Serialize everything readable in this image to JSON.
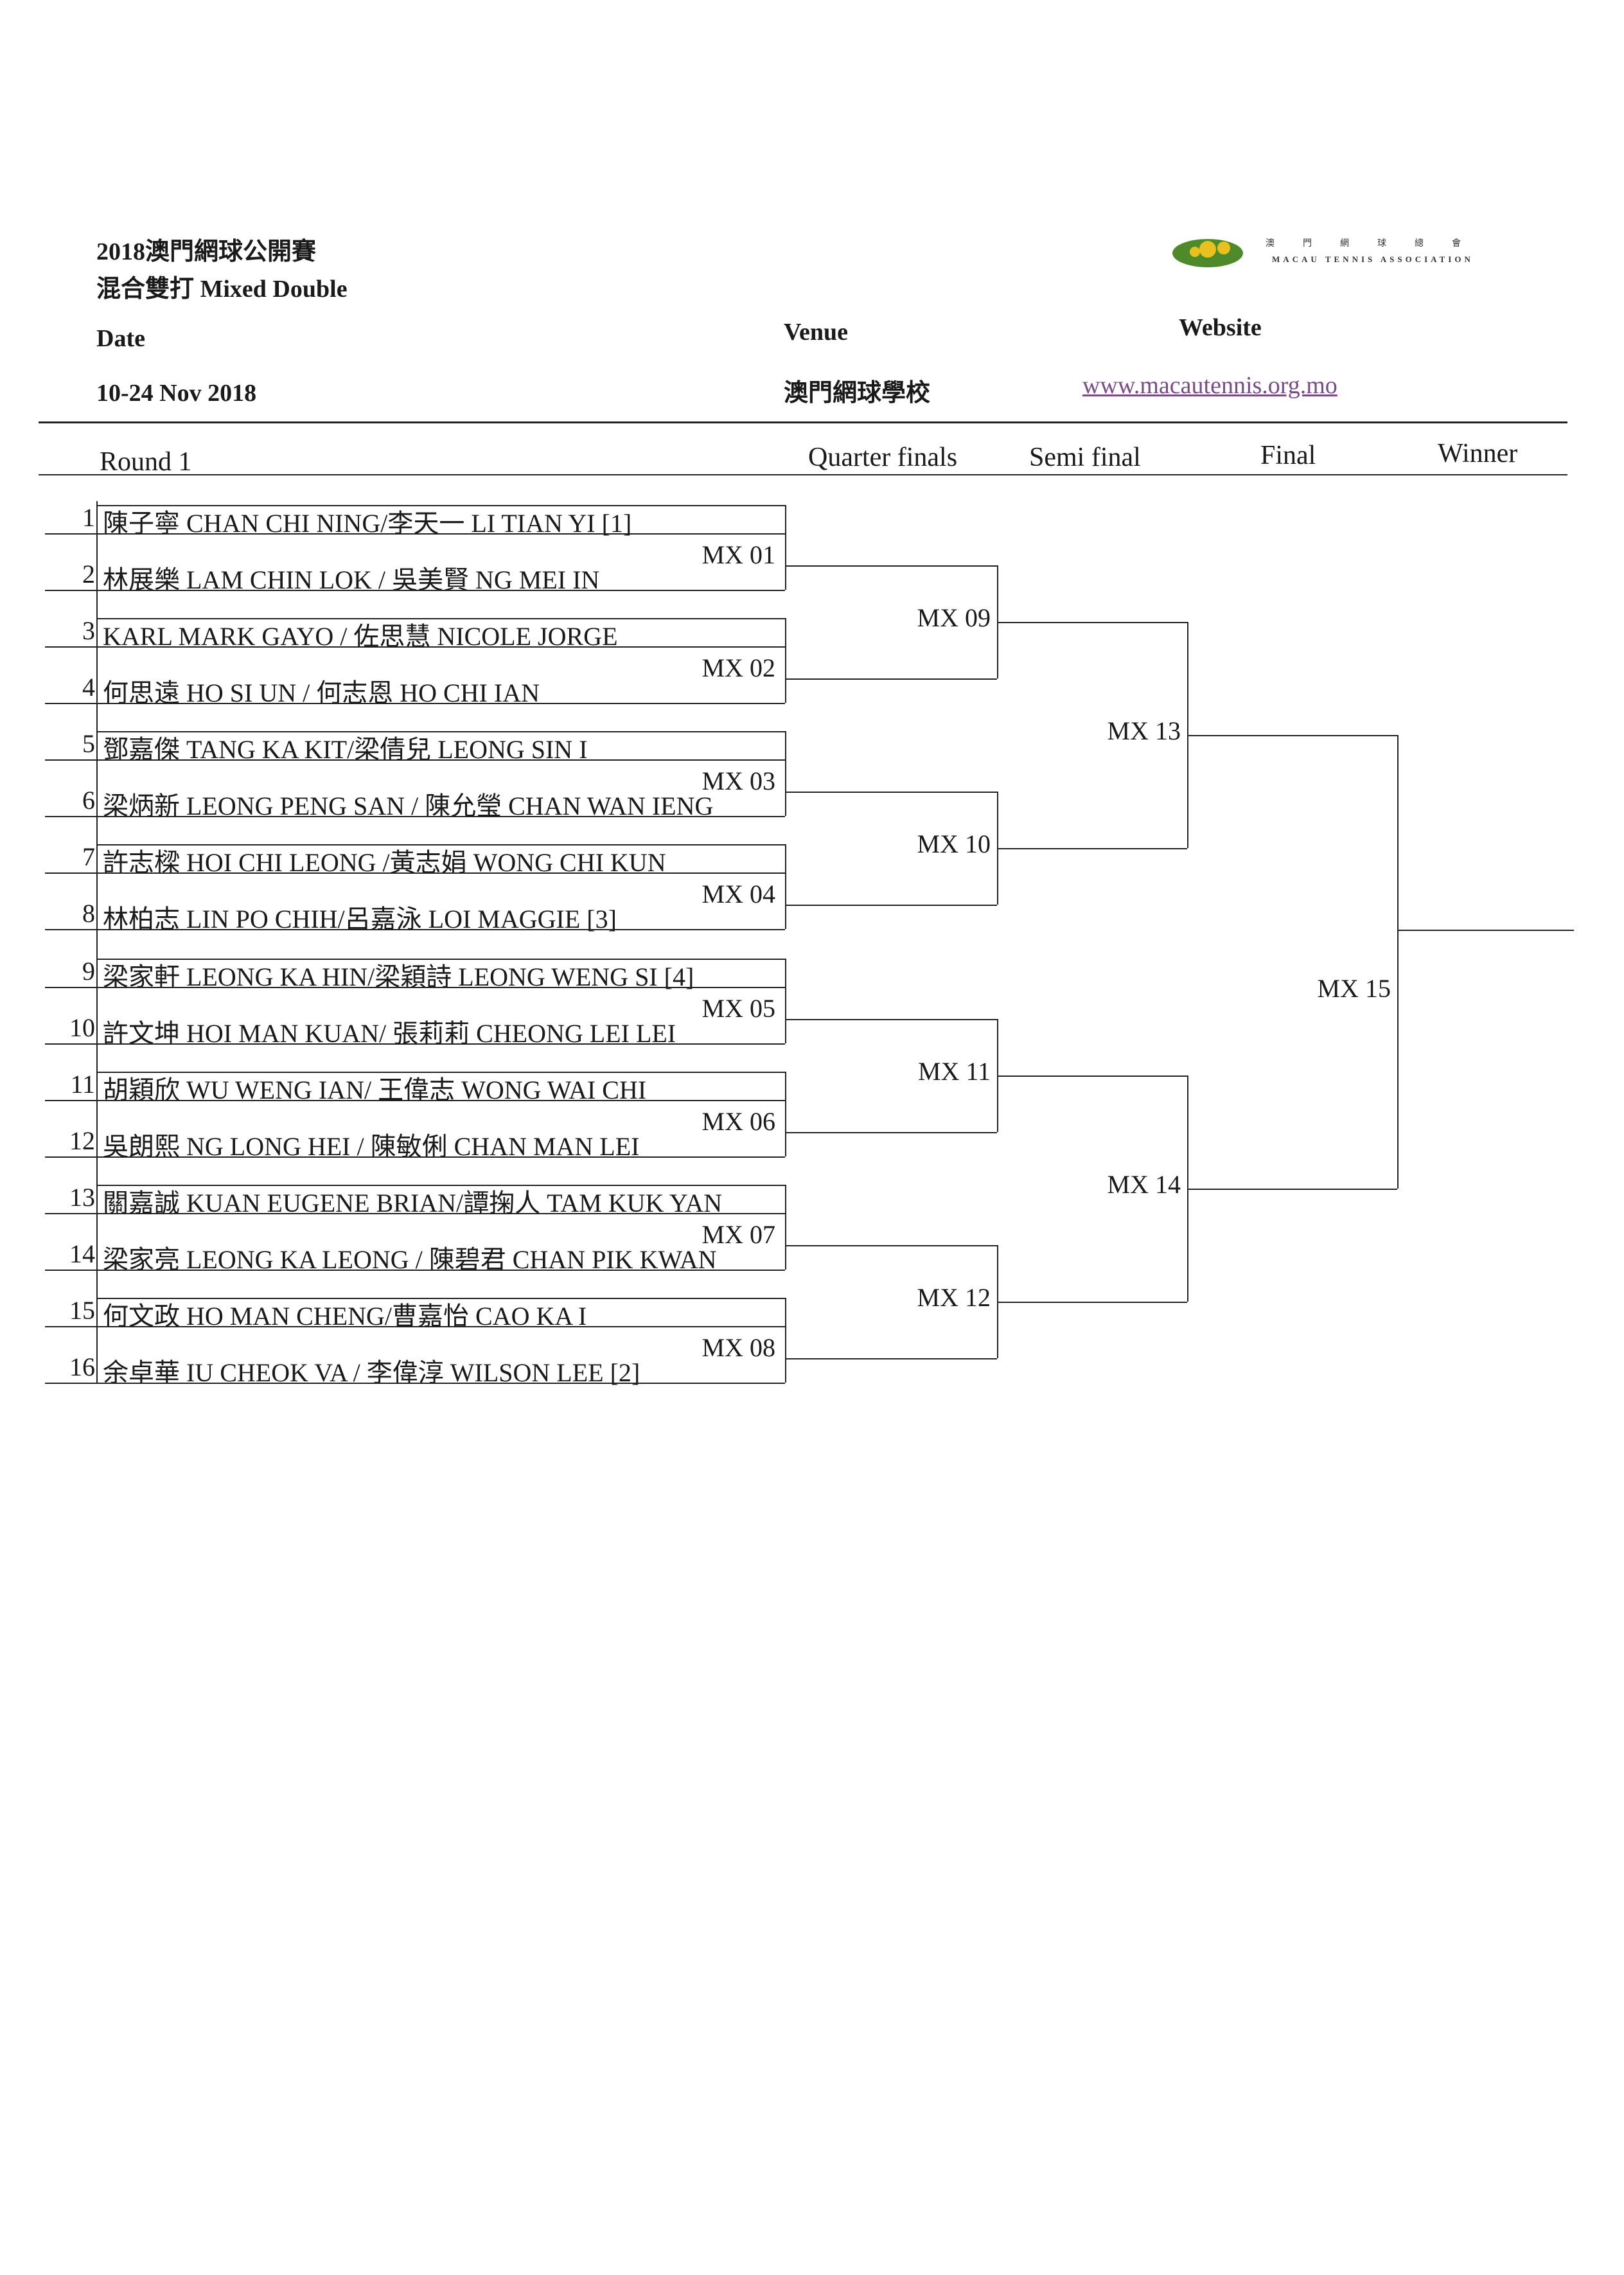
{
  "header": {
    "title_line1": "2018澳門網球公開賽",
    "title_line2": "混合雙打  Mixed Double",
    "date_label": "Date",
    "date_value": "10-24 Nov 2018",
    "venue_label": "Venue",
    "venue_value": "澳門網球學校",
    "website_label": "Website",
    "website_value": "www.macautennis.org.mo",
    "logo_cn": "澳門網球總會",
    "logo_en": "MACAU  TENNIS  ASSOCIATION"
  },
  "rounds": [
    "Round 1",
    "Quarter finals",
    "Semi final",
    "Final",
    "Winner"
  ],
  "entries": [
    {
      "num": "1",
      "name": "陳子寧 CHAN CHI NING/李天一 LI TIAN YI [1]"
    },
    {
      "num": "2",
      "name": "林展樂 LAM CHIN LOK / 吳美賢 NG MEI IN"
    },
    {
      "num": "3",
      "name": "KARL MARK GAYO / 佐思慧 NICOLE JORGE"
    },
    {
      "num": "4",
      "name": "何思遠  HO SI UN / 何志恩 HO CHI IAN"
    },
    {
      "num": "5",
      "name": "鄧嘉傑 TANG KA KIT/梁倩兒 LEONG SIN I"
    },
    {
      "num": "6",
      "name": "梁炳新 LEONG PENG SAN / 陳允瑩 CHAN WAN IENG"
    },
    {
      "num": "7",
      "name": "許志樑 HOI CHI LEONG /黃志娟 WONG CHI KUN"
    },
    {
      "num": "8",
      "name": "林柏志 LIN PO CHIH/呂嘉泳 LOI MAGGIE  [3]"
    },
    {
      "num": "9",
      "name": "梁家軒 LEONG KA HIN/梁穎詩 LEONG WENG SI [4]"
    },
    {
      "num": "10",
      "name": "許文坤 HOI MAN KUAN/ 張莉莉 CHEONG LEI LEI"
    },
    {
      "num": "11",
      "name": "胡穎欣 WU WENG IAN/ 王偉志 WONG WAI CHI"
    },
    {
      "num": "12",
      "name": "吳朗熙 NG LONG HEI / 陳敏俐 CHAN MAN LEI"
    },
    {
      "num": "13",
      "name": "關嘉誠 KUAN EUGENE BRIAN/譚掬人 TAM KUK YAN"
    },
    {
      "num": "14",
      "name": "梁家亮 LEONG KA LEONG / 陳碧君 CHAN PIK KWAN"
    },
    {
      "num": "15",
      "name": "何文政 HO MAN CHENG/曹嘉怡 CAO KA I"
    },
    {
      "num": "16",
      "name": "余卓華 IU CHEOK VA / 李偉淳 WILSON LEE [2]"
    }
  ],
  "matches": {
    "r1": [
      "MX 01",
      "MX 02",
      "MX 03",
      "MX 04",
      "MX 05",
      "MX 06",
      "MX 07",
      "MX 08"
    ],
    "qf": [
      "MX 09",
      "MX 10",
      "MX 11",
      "MX 12"
    ],
    "sf": [
      "MX 13",
      "MX 14"
    ],
    "final": [
      "MX 15"
    ]
  },
  "colors": {
    "ink": "#1a1a1a",
    "link": "#7a4a8a",
    "logo_green": "#4f8a2a",
    "logo_yellow": "#e8c020"
  }
}
